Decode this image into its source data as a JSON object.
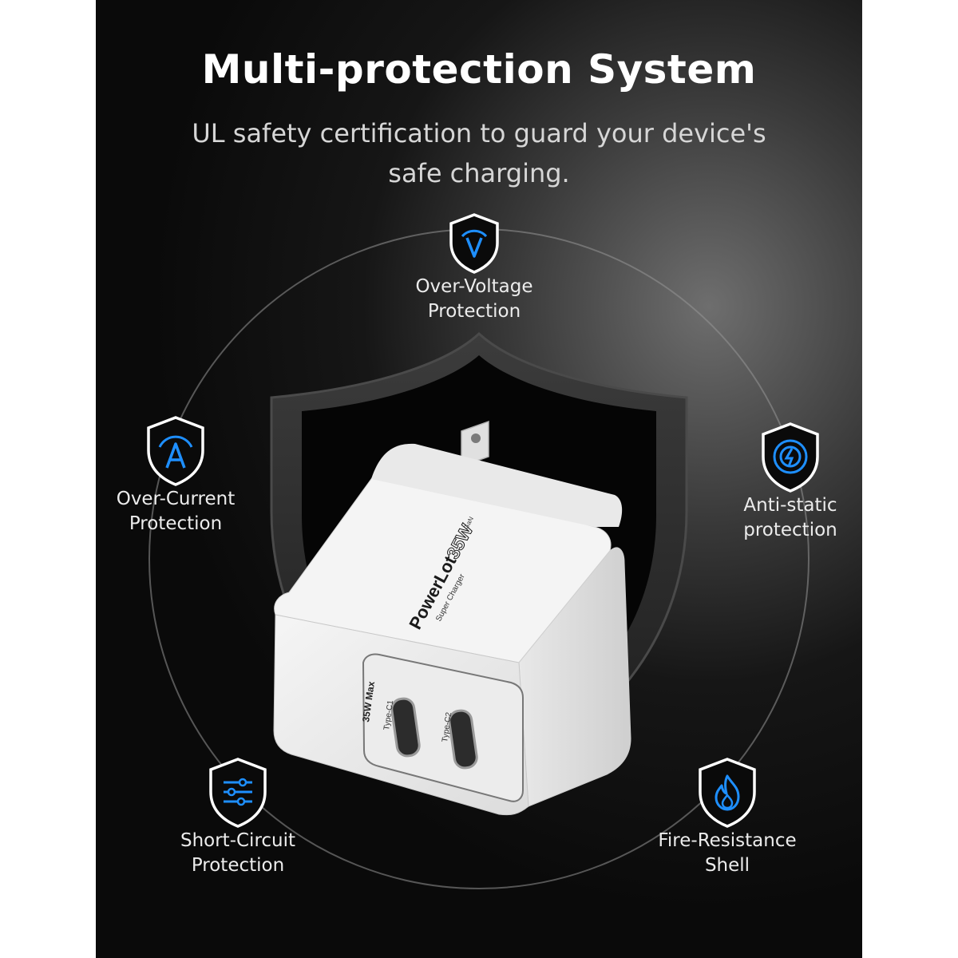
{
  "header": {
    "title": "Multi-protection System",
    "subtitle": "UL safety certification to guard your device's safe charging."
  },
  "features": [
    {
      "name": "over-voltage",
      "icon": "voltage-shield-icon",
      "label": "Over-Voltage\nProtection"
    },
    {
      "name": "over-current",
      "icon": "current-shield-icon",
      "label": "Over-Current\nProtection"
    },
    {
      "name": "anti-static",
      "icon": "static-shield-icon",
      "label": "Anti-static\nprotection"
    },
    {
      "name": "short-circuit",
      "icon": "circuit-shield-icon",
      "label": "Short-Circuit\nProtection"
    },
    {
      "name": "fire-resistance",
      "icon": "fire-shield-icon",
      "label": "Fire-Resistance\nShell"
    }
  ],
  "product": {
    "brand": "PowerLot",
    "wattage_badge": "35W",
    "model_line": "Super Charger",
    "gan_badge": "GaN",
    "max_power_label": "35W Max",
    "ports": [
      "Type-C1",
      "Type-C2"
    ]
  },
  "colors": {
    "accent_blue": "#1e8fff",
    "icon_outline": "#ffffff",
    "charger_body": "#eeeeee"
  }
}
